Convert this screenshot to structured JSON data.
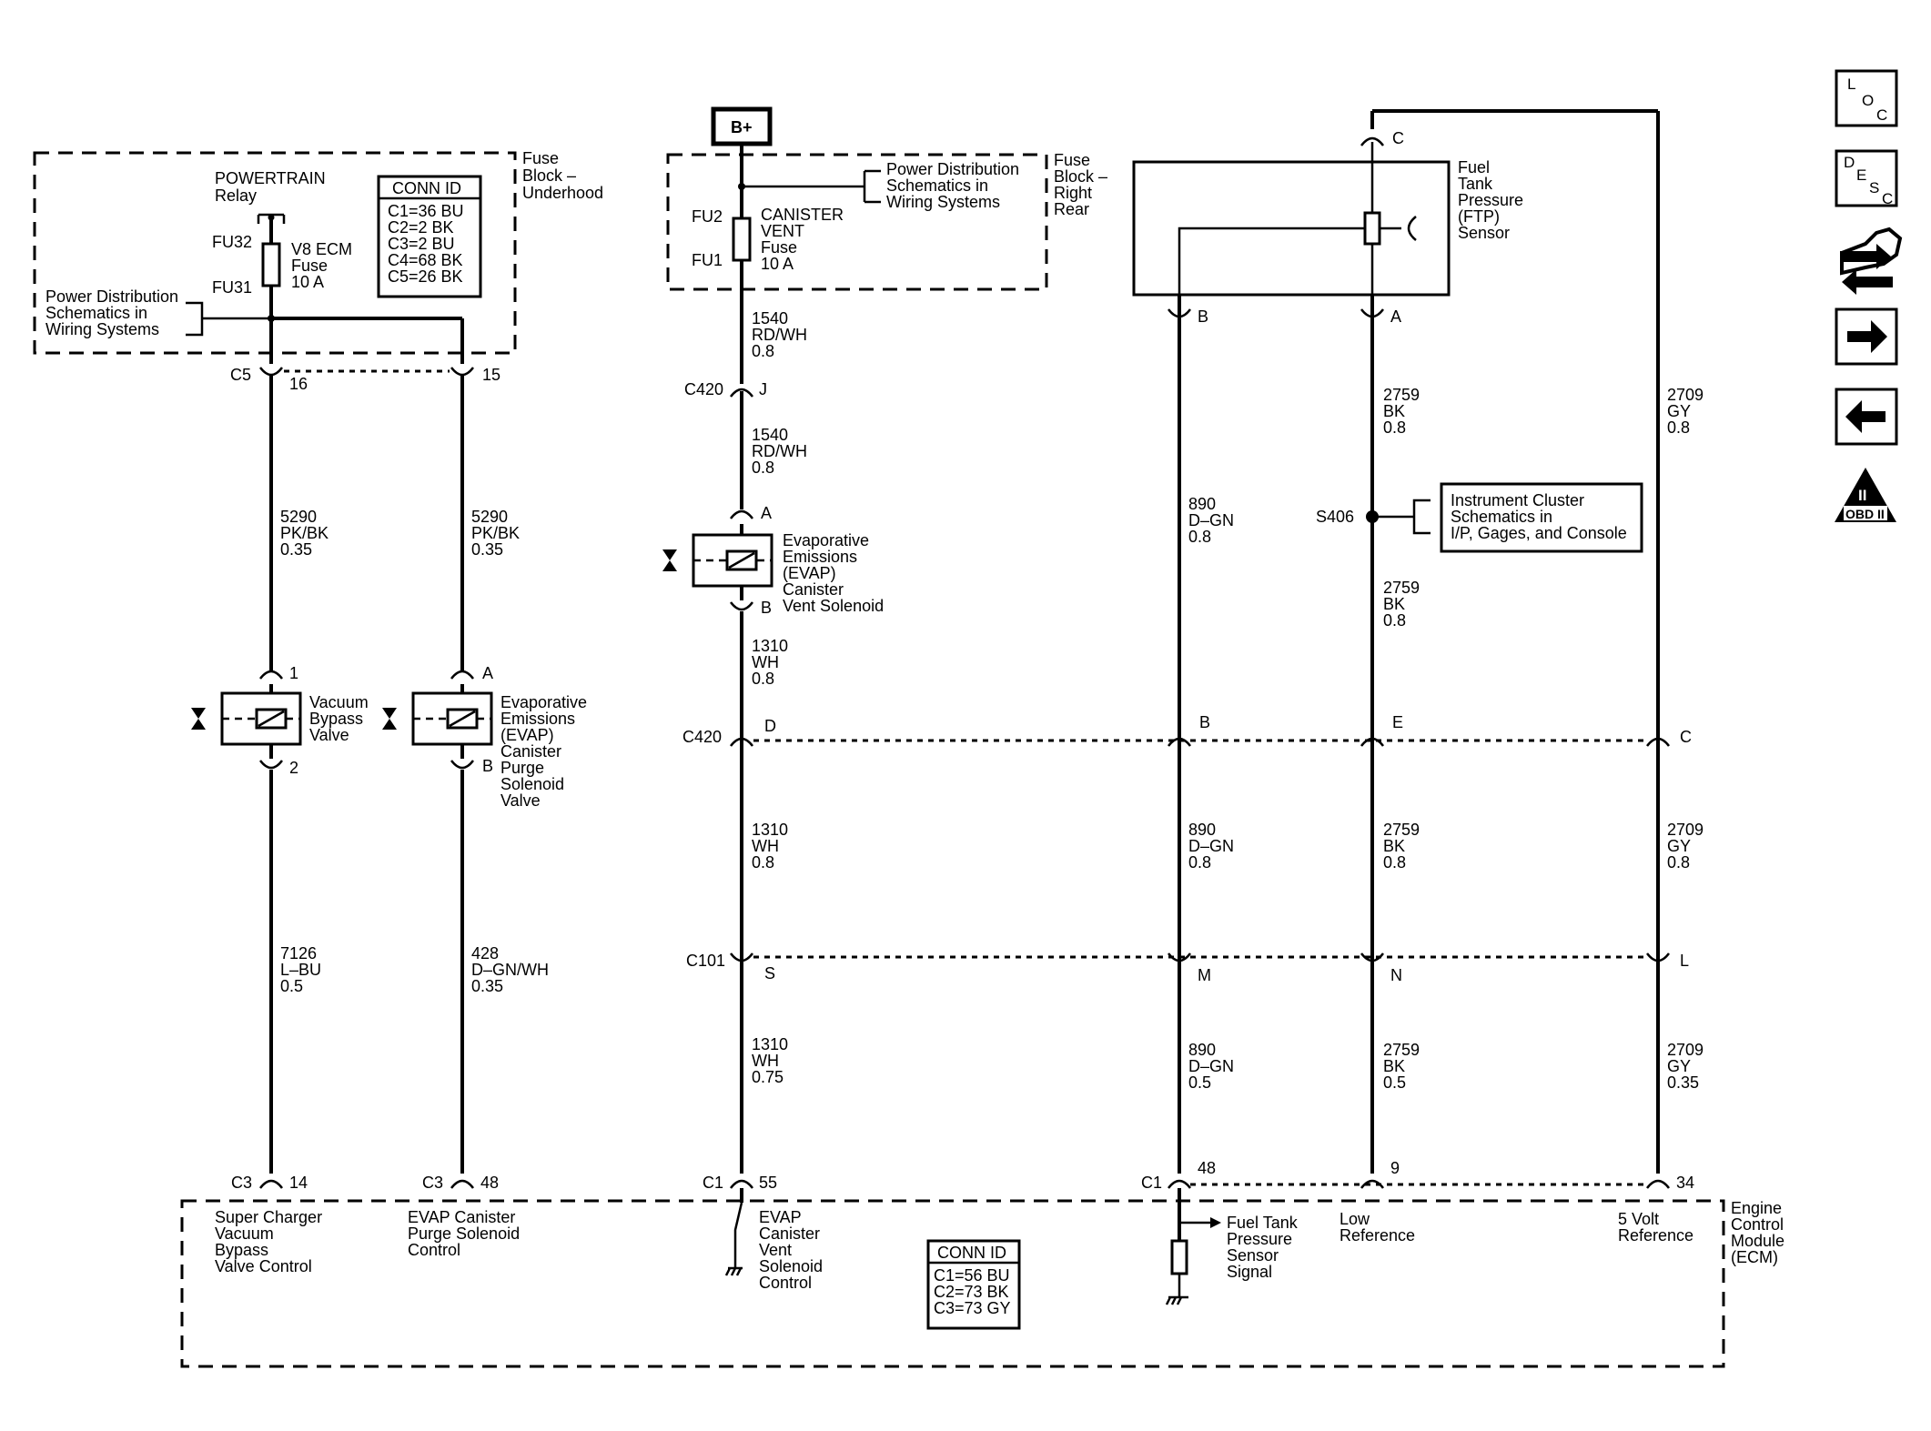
{
  "fuse_block_underhood": {
    "title": [
      "Fuse",
      "Block –",
      "Underhood"
    ],
    "relay": [
      "POWERTRAIN",
      "Relay"
    ],
    "fu32": "FU32",
    "fu31": "FU31",
    "fuse": [
      "V8 ECM",
      "Fuse",
      "10 A"
    ],
    "conn_id_title": "CONN ID",
    "conn_id": [
      "C1=36 BU",
      "C2=2 BK",
      "C3=2 BU",
      "C4=68 BK",
      "C5=26 BK"
    ],
    "ref": [
      "Power Distribution",
      "Schematics in",
      "Wiring Systems"
    ]
  },
  "fuse_block_rear": {
    "title": [
      "Fuse",
      "Block –",
      "Right",
      "Rear"
    ],
    "battery": "B+",
    "fu2": "FU2",
    "fu1": "FU1",
    "fuse": [
      "CANISTER",
      "VENT",
      "Fuse",
      "10 A"
    ],
    "ref": [
      "Power Distribution",
      "Schematics in",
      "Wiring Systems"
    ]
  },
  "ftp_sensor": {
    "label": [
      "Fuel",
      "Tank",
      "Pressure",
      "(FTP)",
      "Sensor"
    ],
    "pin_c": "C",
    "pin_b": "B",
    "pin_a": "A"
  },
  "instrument_ref": [
    "Instrument Cluster",
    "Schematics in",
    "I/P, Gages, and Console"
  ],
  "splice": "S406",
  "connectors": {
    "c5": "C5",
    "c5_p16": "16",
    "c5_p15": "15",
    "c420_top": "C420",
    "c420_top_pin": "J",
    "c420": "C420",
    "c420_pins": [
      "D",
      "B",
      "E",
      "C"
    ],
    "c101": "C101",
    "c101_pins": [
      "S",
      "M",
      "N",
      "L"
    ],
    "ecm_c3a": "C3",
    "ecm_p14": "14",
    "ecm_c3b": "C3",
    "ecm_p48a": "48",
    "ecm_c1a": "C1",
    "ecm_p55": "55",
    "ecm_c1b": "C1",
    "ecm_p48b": "48",
    "ecm_p9": "9",
    "ecm_p34": "34"
  },
  "wires": {
    "w5290a": [
      "5290",
      "PK/BK",
      "0.35"
    ],
    "w5290b": [
      "5290",
      "PK/BK",
      "0.35"
    ],
    "w7126": [
      "7126",
      "L–BU",
      "0.5"
    ],
    "w428": [
      "428",
      "D–GN/WH",
      "0.35"
    ],
    "w1540a": [
      "1540",
      "RD/WH",
      "0.8"
    ],
    "w1540b": [
      "1540",
      "RD/WH",
      "0.8"
    ],
    "w1310a": [
      "1310",
      "WH",
      "0.8"
    ],
    "w1310b": [
      "1310",
      "WH",
      "0.8"
    ],
    "w1310c": [
      "1310",
      "WH",
      "0.75"
    ],
    "w890a": [
      "890",
      "D–GN",
      "0.8"
    ],
    "w890b": [
      "890",
      "D–GN",
      "0.8"
    ],
    "w890c": [
      "890",
      "D–GN",
      "0.5"
    ],
    "w2759a": [
      "2759",
      "BK",
      "0.8"
    ],
    "w2759b": [
      "2759",
      "BK",
      "0.8"
    ],
    "w2759c": [
      "2759",
      "BK",
      "0.8"
    ],
    "w2759d": [
      "2759",
      "BK",
      "0.5"
    ],
    "w2709a": [
      "2709",
      "GY",
      "0.8"
    ],
    "w2709b": [
      "2709",
      "GY",
      "0.8"
    ],
    "w2709c": [
      "2709",
      "GY",
      "0.35"
    ]
  },
  "components": {
    "vacuum_bypass": [
      "Vacuum",
      "Bypass",
      "Valve"
    ],
    "vb_pin1": "1",
    "vb_pin2": "2",
    "purge": [
      "Evaporative",
      "Emissions",
      "(EVAP)",
      "Canister",
      "Purge",
      "Solenoid",
      "Valve"
    ],
    "purge_pinA": "A",
    "purge_pinB": "B",
    "vent": [
      "Evaporative",
      "Emissions",
      "(EVAP)",
      "Canister",
      "Vent Solenoid"
    ],
    "vent_pinA": "A",
    "vent_pinB": "B"
  },
  "ecm": {
    "title": [
      "Engine",
      "Control",
      "Module",
      "(ECM)"
    ],
    "conn_id_title": "CONN ID",
    "conn_id": [
      "C1=56 BU",
      "C2=73 BK",
      "C3=73 GY"
    ],
    "supercharger": [
      "Super Charger",
      "Vacuum",
      "Bypass",
      "Valve Control"
    ],
    "purge_control": [
      "EVAP Canister",
      "Purge Solenoid",
      "Control"
    ],
    "vent_control": [
      "EVAP",
      "Canister",
      "Vent",
      "Solenoid",
      "Control"
    ],
    "ftp_signal": [
      "Fuel Tank",
      "Pressure",
      "Sensor",
      "Signal"
    ],
    "low_ref": [
      "Low",
      "Reference"
    ],
    "five_volt": [
      "5 Volt",
      "Reference"
    ]
  },
  "nav": {
    "loc": [
      "L",
      "O",
      "C"
    ],
    "desc": [
      "D",
      "E",
      "S",
      "C"
    ],
    "obd_numeral": "II",
    "obd_text": "OBD II"
  }
}
